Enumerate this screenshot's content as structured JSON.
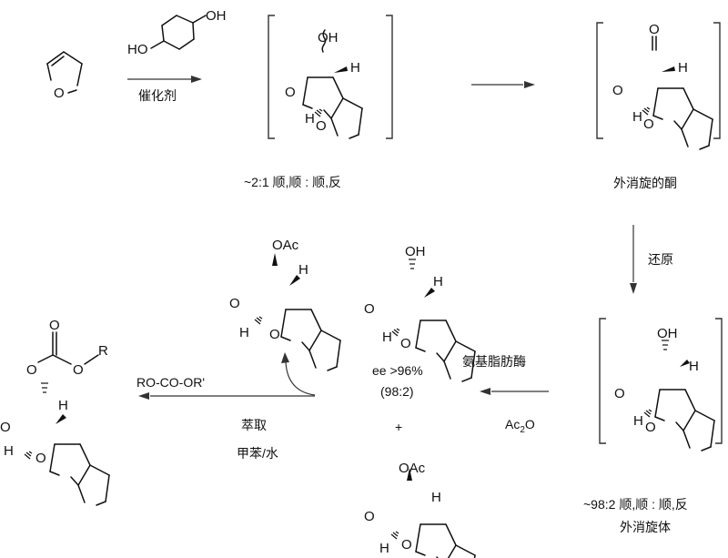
{
  "atoms": {
    "O": "O",
    "OH": "OH",
    "H": "H",
    "OAc": "OAc",
    "R": "R"
  },
  "arrows": {
    "step1_reagent_dioxane_oh_top": "OH",
    "step1_reagent_dioxane_oh_left": "HO",
    "step1_catalyst": "催化剂",
    "reduction": "还原",
    "lipase": "氨基脂肪酶",
    "ac2o_prefix": "Ac",
    "ac2o_sub": "2",
    "ac2o_suffix": "O",
    "carbonate_reagent": "RO-CO-OR'",
    "extraction_line1": "萃取",
    "extraction_line2": "甲苯/水"
  },
  "captions": {
    "intermediate1_ratio": "~2:1 顺,顺 : 顺,反",
    "racemic_ketone": "外消旋的酮",
    "reduced_ratio": "~98:2 顺,顺 : 顺,反",
    "racemate": "外消旋体",
    "ee_value": "ee >96%",
    "ee_ratio": "(98:2)",
    "plus_sign": "+"
  }
}
